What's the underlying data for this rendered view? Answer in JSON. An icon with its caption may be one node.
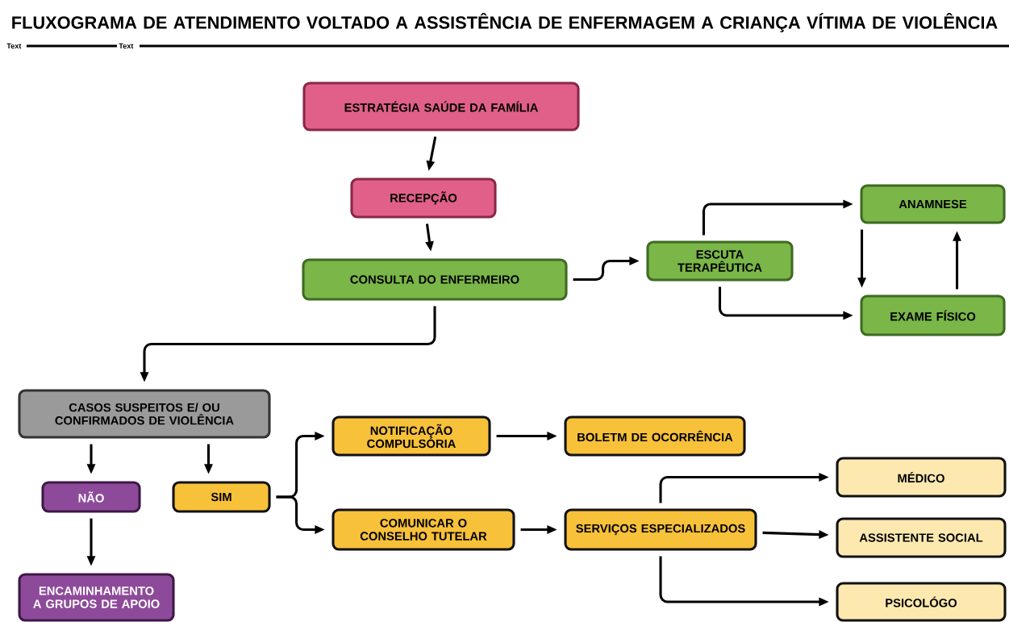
{
  "diagram": {
    "title": "FLUXOGRAMA DE ATENDIMENTO VOLTADO A ASSISTÊNCIA DE ENFERMAGEM A CRIANÇA VÍTIMA DE VIOLÊNCIA",
    "nodes": [
      {
        "text": [
          "ESTRATÉGIA SAÚDE DA FAMÍLIA"
        ]
      },
      {
        "text": [
          "RECEPÇÃO"
        ]
      },
      {
        "text": [
          "CONSULTA DO ENFERMEIRO"
        ]
      },
      {
        "text": [
          "ESCUTA TERAPÊUTICA"
        ]
      },
      {
        "text": [
          "ANAMNESE"
        ]
      },
      {
        "text": [
          "EXAME FÍSICO"
        ]
      },
      {
        "text": [
          "CASOS SUSPEITOS E/ OU CONFIRMADOS DE VIOLÊNCIA"
        ]
      },
      {
        "text": [
          "NÃO"
        ]
      },
      {
        "text": [
          "SIM"
        ]
      },
      {
        "text": [
          "NOTIFICAÇÃO COMPULSÓRIA"
        ]
      },
      {
        "text": [
          "BOLETM DE OCORRÊNCIA"
        ]
      },
      {
        "text": [
          "COMUNICAR O CONSELHO TUTELAR"
        ]
      },
      {
        "text": [
          "SERVIÇOS ESPECIALIZADOS"
        ]
      },
      {
        "text": [
          "MÉDICO"
        ]
      },
      {
        "text": [
          "ASSISTENTE SOCIAL"
        ]
      },
      {
        "text": [
          "PSICOLÓGO"
        ]
      },
      {
        "text": [
          "ENCAMINHAMENTO A GRUPOS DE APOIO"
        ]
      }
    ],
    "edges": [
      {
        "from": 0,
        "to": 1,
        "arrow": "to"
      },
      {
        "from": 1,
        "to": 2,
        "arrow": "to"
      },
      {
        "from": 2,
        "to": 3,
        "arrow": "to"
      },
      {
        "from": 3,
        "to": 4,
        "arrow": "to"
      },
      {
        "from": 3,
        "to": 5,
        "arrow": "to"
      },
      {
        "from": 4,
        "to": 5,
        "arrow": "to"
      },
      {
        "from": 5,
        "to": 4,
        "arrow": "to"
      },
      {
        "from": 2,
        "to": 6,
        "arrow": "to"
      },
      {
        "from": 6,
        "to": 7,
        "arrow": "to"
      },
      {
        "from": 6,
        "to": 8,
        "arrow": "to"
      },
      {
        "from": 8,
        "to": 9,
        "arrow": "to"
      },
      {
        "from": 8,
        "to": 11,
        "arrow": "to"
      },
      {
        "from": 9,
        "to": 10,
        "arrow": "to"
      },
      {
        "from": 11,
        "to": 12,
        "arrow": "to"
      },
      {
        "from": 12,
        "to": 13,
        "arrow": "to"
      },
      {
        "from": 12,
        "to": 14,
        "arrow": "to"
      },
      {
        "from": 12,
        "to": 15,
        "arrow": "to"
      },
      {
        "from": 7,
        "to": 16,
        "arrow": "to"
      }
    ],
    "labels": [
      "Text",
      "Text"
    ]
  }
}
